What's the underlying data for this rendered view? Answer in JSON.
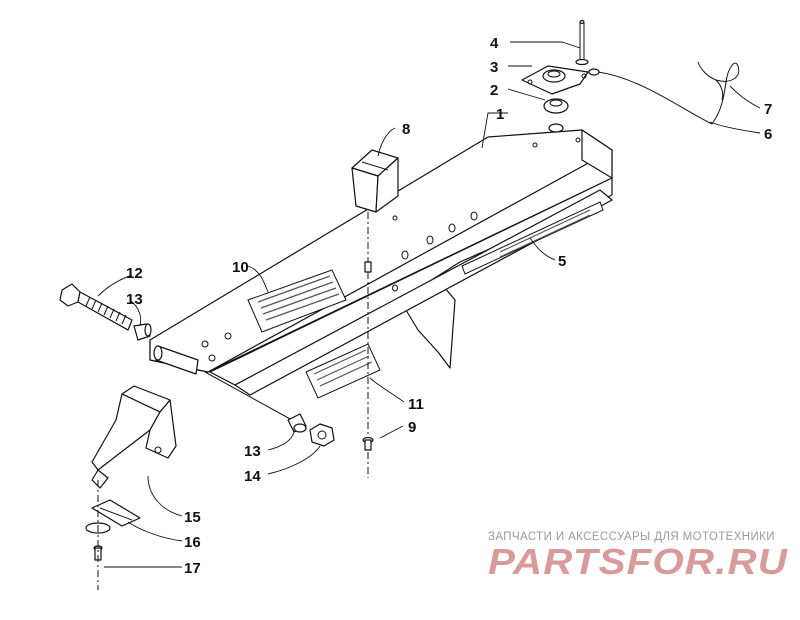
{
  "diagram": {
    "callouts": [
      {
        "id": "c1",
        "label": "1"
      },
      {
        "id": "c2",
        "label": "2"
      },
      {
        "id": "c3",
        "label": "3"
      },
      {
        "id": "c4",
        "label": "4"
      },
      {
        "id": "c5",
        "label": "5"
      },
      {
        "id": "c6",
        "label": "6"
      },
      {
        "id": "c7",
        "label": "7"
      },
      {
        "id": "c8",
        "label": "8"
      },
      {
        "id": "c9",
        "label": "9"
      },
      {
        "id": "c10",
        "label": "10"
      },
      {
        "id": "c11",
        "label": "11"
      },
      {
        "id": "c12",
        "label": "12"
      },
      {
        "id": "c13a",
        "label": "13"
      },
      {
        "id": "c13b",
        "label": "13"
      },
      {
        "id": "c14",
        "label": "14"
      },
      {
        "id": "c15",
        "label": "15"
      },
      {
        "id": "c16",
        "label": "16"
      },
      {
        "id": "c17",
        "label": "17"
      }
    ],
    "line_color": "#111111"
  },
  "watermark": {
    "tagline": "ЗАПЧАСТИ И АКСЕССУАРЫ ДЛЯ МОТОТЕХНИКИ",
    "brand": "PARTSFOR.RU",
    "tagline_color": "#9a9a9a",
    "brand_color": "#d99a9a"
  }
}
